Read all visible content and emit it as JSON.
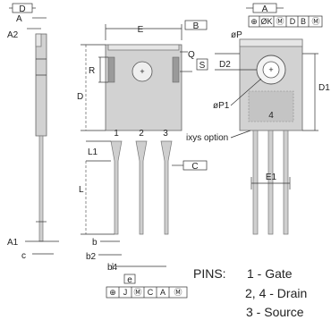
{
  "labels": {
    "D_box": "D",
    "A_left": "A",
    "A2": "A2",
    "E": "E",
    "B_box": "B",
    "Q": "Q",
    "S": "S",
    "R": "R",
    "D_side": "D",
    "plus": "+",
    "pin1": "1",
    "pin2": "2",
    "pin3": "3",
    "L1": "L1",
    "C_box": "C",
    "L": "L",
    "A1": "A1",
    "c": "c",
    "b": "b",
    "b2": "b2",
    "b4": "b4",
    "e": "e",
    "A_top": "A",
    "phiP": "øP",
    "phiP1": "øP1",
    "D2": "D2",
    "D1": "D1",
    "pin4": "4",
    "ixys_option": "ixys option",
    "E1": "E1",
    "fcf_top": [
      "⊕",
      "ØK",
      "Ⓜ",
      "D",
      "B",
      "Ⓜ"
    ],
    "fcf_bottom": [
      "⊕",
      "J",
      "Ⓜ",
      "C",
      "A",
      "Ⓜ"
    ]
  },
  "pins": {
    "heading": "PINS:",
    "line1": "1 - Gate",
    "line2": "2, 4 - Drain",
    "line3": "3 - Source"
  }
}
